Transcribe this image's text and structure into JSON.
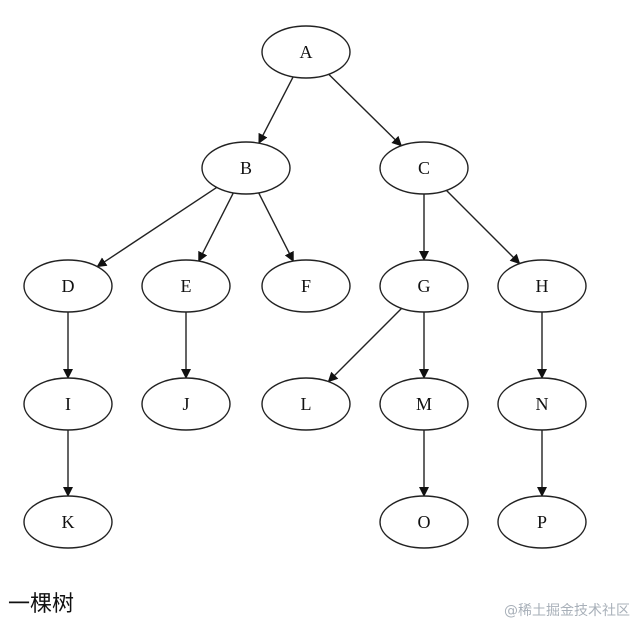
{
  "diagram": {
    "type": "tree",
    "nodes": [
      {
        "id": "A",
        "label": "A"
      },
      {
        "id": "B",
        "label": "B"
      },
      {
        "id": "C",
        "label": "C"
      },
      {
        "id": "D",
        "label": "D"
      },
      {
        "id": "E",
        "label": "E"
      },
      {
        "id": "F",
        "label": "F"
      },
      {
        "id": "G",
        "label": "G"
      },
      {
        "id": "H",
        "label": "H"
      },
      {
        "id": "I",
        "label": "I"
      },
      {
        "id": "J",
        "label": "J"
      },
      {
        "id": "L",
        "label": "L"
      },
      {
        "id": "M",
        "label": "M"
      },
      {
        "id": "N",
        "label": "N"
      },
      {
        "id": "K",
        "label": "K"
      },
      {
        "id": "O",
        "label": "O"
      },
      {
        "id": "P",
        "label": "P"
      }
    ],
    "edges": [
      [
        "A",
        "B"
      ],
      [
        "A",
        "C"
      ],
      [
        "B",
        "D"
      ],
      [
        "B",
        "E"
      ],
      [
        "B",
        "F"
      ],
      [
        "C",
        "G"
      ],
      [
        "C",
        "H"
      ],
      [
        "D",
        "I"
      ],
      [
        "E",
        "J"
      ],
      [
        "G",
        "L"
      ],
      [
        "G",
        "M"
      ],
      [
        "H",
        "N"
      ],
      [
        "I",
        "K"
      ],
      [
        "M",
        "O"
      ],
      [
        "N",
        "P"
      ]
    ]
  },
  "caption": "一棵树",
  "watermark": "@稀土掘金技术社区"
}
